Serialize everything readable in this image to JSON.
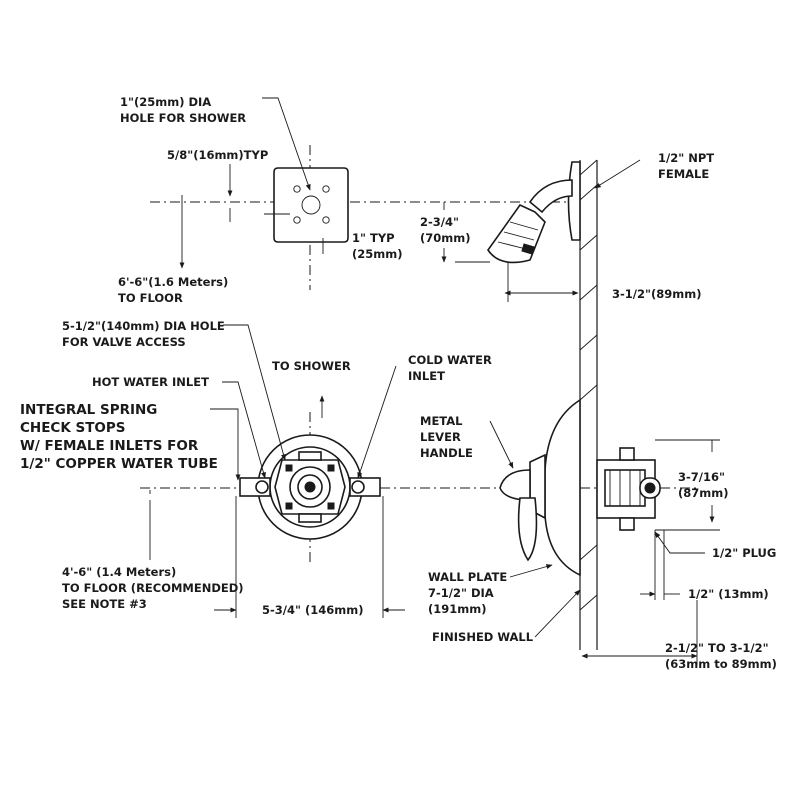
{
  "labels": {
    "shower_hole": [
      "1\"(25mm) DIA",
      "HOLE FOR SHOWER"
    ],
    "typ_5_8": "5/8\"(16mm)TYP",
    "npt_female": [
      "1/2\" NPT",
      "FEMALE"
    ],
    "dim_2_3_4": [
      "2-3/4\"",
      "(70mm)"
    ],
    "typ_1": [
      "1\" TYP",
      "(25mm)"
    ],
    "floor_6_6": [
      "6'-6\"(1.6 Meters)",
      "TO FLOOR"
    ],
    "dim_3_1_2": "3-1/2\"(89mm)",
    "valve_hole": [
      "5-1/2\"(140mm) DIA HOLE",
      "FOR VALVE ACCESS"
    ],
    "to_shower": "TO SHOWER",
    "cold_water": [
      "COLD WATER",
      "INLET"
    ],
    "hot_water": "HOT WATER INLET",
    "check_stops": [
      "INTEGRAL SPRING",
      "CHECK STOPS",
      "W/ FEMALE INLETS FOR",
      "1/2\" COPPER WATER TUBE"
    ],
    "lever": [
      "METAL",
      "LEVER",
      "HANDLE"
    ],
    "dim_3_7_16": [
      "3-7/16\"",
      "(87mm)"
    ],
    "plug": "1/2\" PLUG",
    "floor_4_6": [
      "4'-6\" (1.4 Meters)",
      "TO FLOOR (RECOMMENDED)",
      "SEE NOTE #3"
    ],
    "wall_plate": [
      "WALL PLATE",
      "7-1/2\" DIA",
      "(191mm)"
    ],
    "dim_1_2": "1/2\" (13mm)",
    "dim_5_3_4": "5-3/4\" (146mm)",
    "finished_wall": "FINISHED WALL",
    "wall_depth": [
      "2-1/2\" TO 3-1/2\"",
      "(63mm to 89mm)"
    ]
  }
}
